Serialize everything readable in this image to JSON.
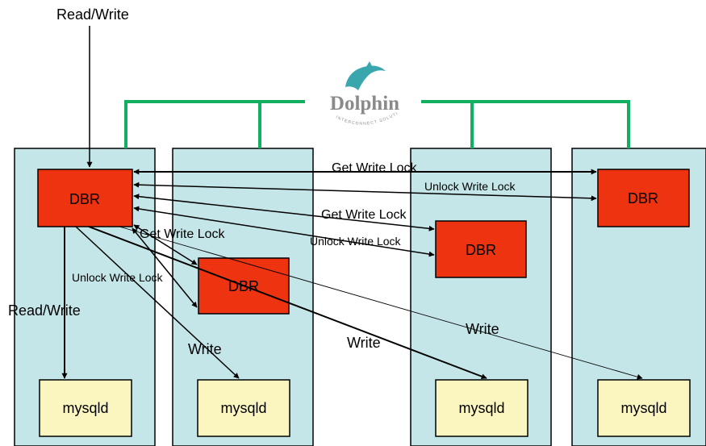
{
  "brand": {
    "name": "Dolphin",
    "tagline": "INTERCONNECT SOLUTIONS",
    "icon": "dolphin-icon"
  },
  "colors": {
    "node_fill": "#c5e6e8",
    "dbr_fill": "#ee3311",
    "mysqld_fill": "#fbf6c0",
    "interconnect": "#11b060",
    "logo_teal": "#3aa6ae"
  },
  "top_label": "Read/Write",
  "dbr_label": "DBR",
  "mysqld_label": "mysqld",
  "arrow_labels": {
    "get_lock_1": "Get Write Lock",
    "unlock_1": "Unlock Write Lock",
    "get_lock_2": "Get Write Lock",
    "unlock_2": "Unlock Write Lock",
    "get_lock_3": "Get Write Lock",
    "unlock_3": "Unlock Write Lock",
    "read_write": "Read/Write",
    "write_1": "Write",
    "write_2": "Write",
    "write_3": "Write"
  }
}
